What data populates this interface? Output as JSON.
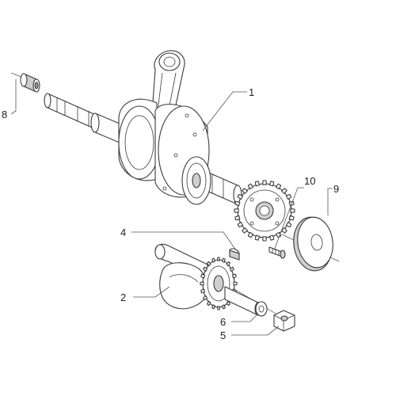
{
  "diagram": {
    "callouts": {
      "c1": "1",
      "c2": "2",
      "c4": "4",
      "c5": "5",
      "c6": "6",
      "c8": "8",
      "c9": "9",
      "c10": "10"
    }
  }
}
